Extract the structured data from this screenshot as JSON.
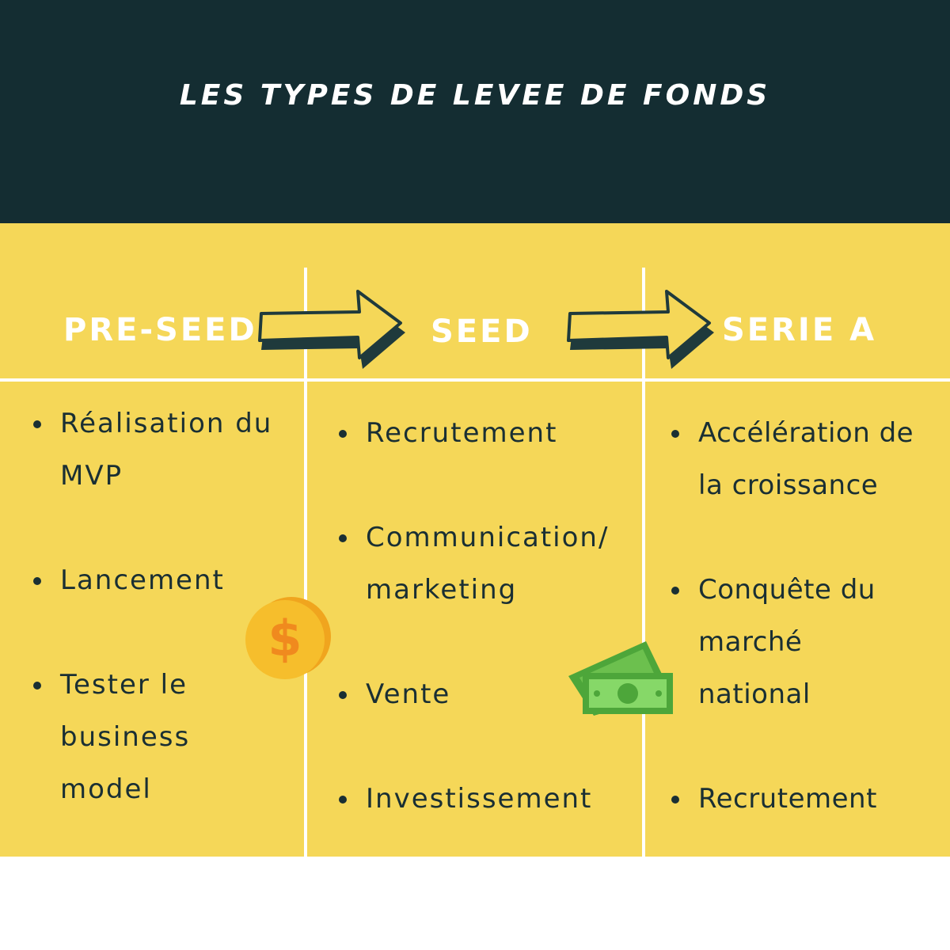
{
  "title": "LES TYPES DE LEVEE DE FONDS",
  "colors": {
    "header_bg": "#142d32",
    "panel_bg": "#f5d758",
    "text_dark": "#1a2f33",
    "arrow_shadow": "#1f3a3c",
    "coin": "#f3b82a",
    "bill": "#7ed05a"
  },
  "columns": [
    {
      "title": "PRE-SEED",
      "items": [
        "Réalisation du MVP",
        "Lancement",
        "Tester le business model"
      ]
    },
    {
      "title": "SEED",
      "items": [
        "Recrutement",
        "Communication/ marketing",
        "Vente",
        "Investissement"
      ]
    },
    {
      "title": "SERIE A",
      "items": [
        "Accélération de la croissance",
        "Conquête du marché national",
        "Recrutement"
      ]
    }
  ],
  "icons": [
    "arrow-right-icon",
    "arrow-right-icon",
    "dollar-coin-icon",
    "money-bill-icon"
  ]
}
